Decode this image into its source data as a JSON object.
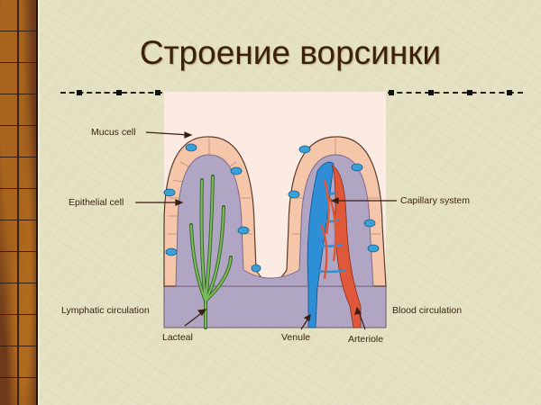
{
  "slide": {
    "title": "Строение ворсинки",
    "colors": {
      "background": "#e4e0c2",
      "border_brown": "#6e3a1c",
      "title": "#3c200c",
      "frame_bg": "#fcebe2",
      "lamina": "#b0a6c4",
      "epithelium": "#f6c6aa",
      "mucus_cell": "#3aa0d8",
      "lacteal": "#5e9a4a",
      "venule": "#2e8ed6",
      "arteriole": "#e0583a"
    }
  },
  "diagram": {
    "labels": {
      "mucus_cell": "Mucus cell",
      "epithelial_cell": "Epithelial cell",
      "lymphatic_circulation": "Lymphatic circulation",
      "lacteal": "Lacteal",
      "venule": "Venule",
      "arteriole": "Arteriole",
      "capillary_system": "Capillary system",
      "blood_circulation": "Blood circulation"
    }
  }
}
